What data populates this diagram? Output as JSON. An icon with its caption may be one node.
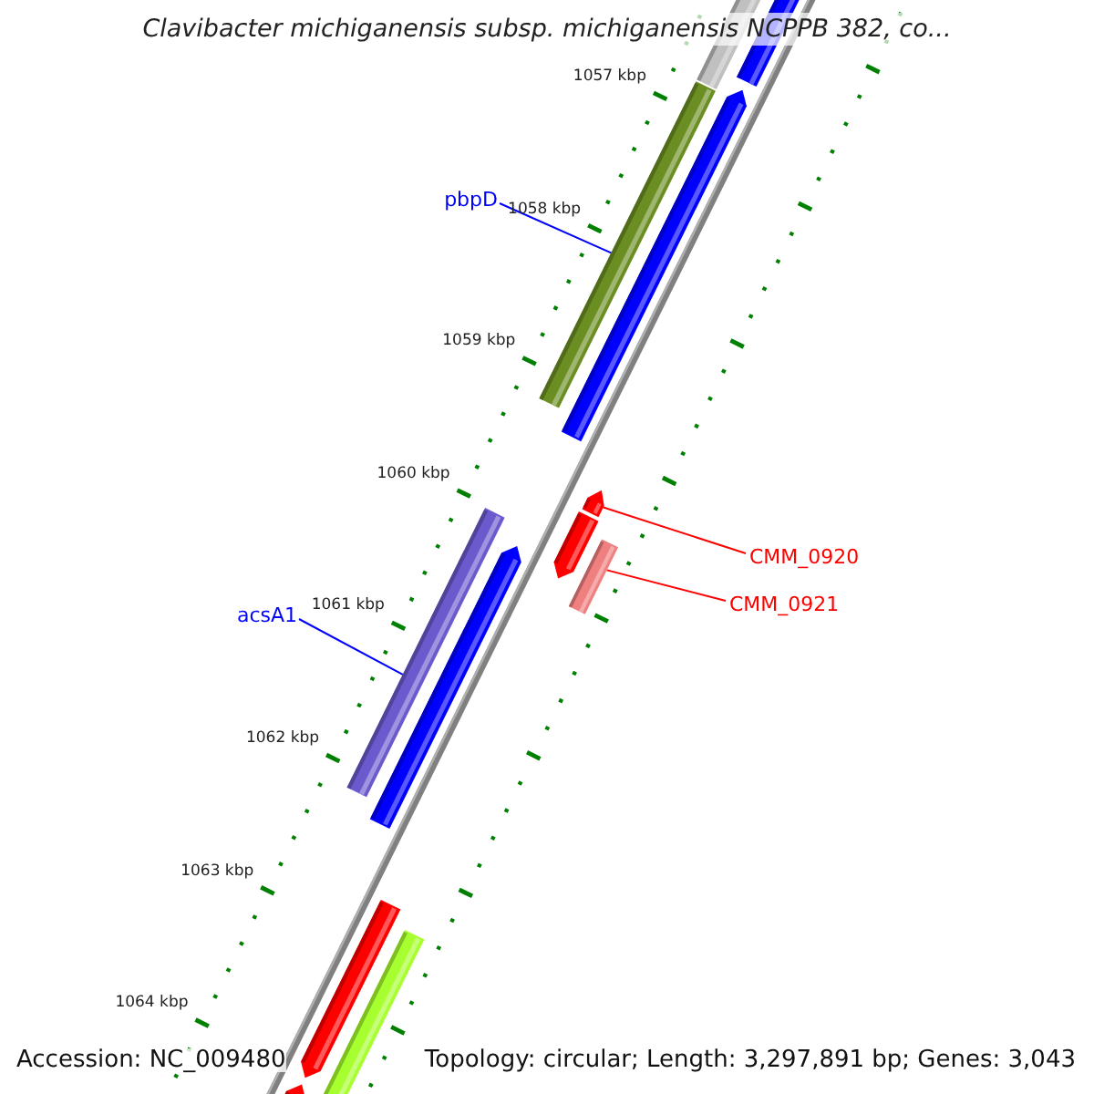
{
  "diagram": {
    "title": "Clavibacter michiganensis subsp. michiganensis NCPPB 382, co...",
    "nodes": [
      {
        "text": [
          "pbpD"
        ]
      },
      {
        "text": [],
        "shape": "bar"
      },
      {
        "text": [
          "acsA1"
        ]
      },
      {
        "text": [],
        "shape": "bar"
      },
      {
        "text": [
          "CMM_0920"
        ]
      },
      {
        "text": [],
        "shape": "bar"
      },
      {
        "text": [
          "CMM_0921"
        ]
      },
      {
        "text": [],
        "shape": "bar"
      }
    ],
    "edges": [
      {
        "from": 0,
        "to": 1,
        "arrow": "none",
        "color": "#0000ff"
      },
      {
        "from": 2,
        "to": 3,
        "arrow": "none",
        "color": "#0000ff"
      },
      {
        "from": 4,
        "to": 5,
        "arrow": "none",
        "color": "#ff0000"
      },
      {
        "from": 6,
        "to": 7,
        "arrow": "none",
        "color": "#ff0000"
      }
    ],
    "labels": [
      "1057 kbp",
      "1058 kbp",
      "1059 kbp",
      "1060 kbp",
      "1061 kbp",
      "1062 kbp",
      "1063 kbp",
      "1064 kbp",
      "Accession: NC_009480",
      "Topology: circular; Length: 3,297,891 bp; Genes: 3,043"
    ]
  }
}
